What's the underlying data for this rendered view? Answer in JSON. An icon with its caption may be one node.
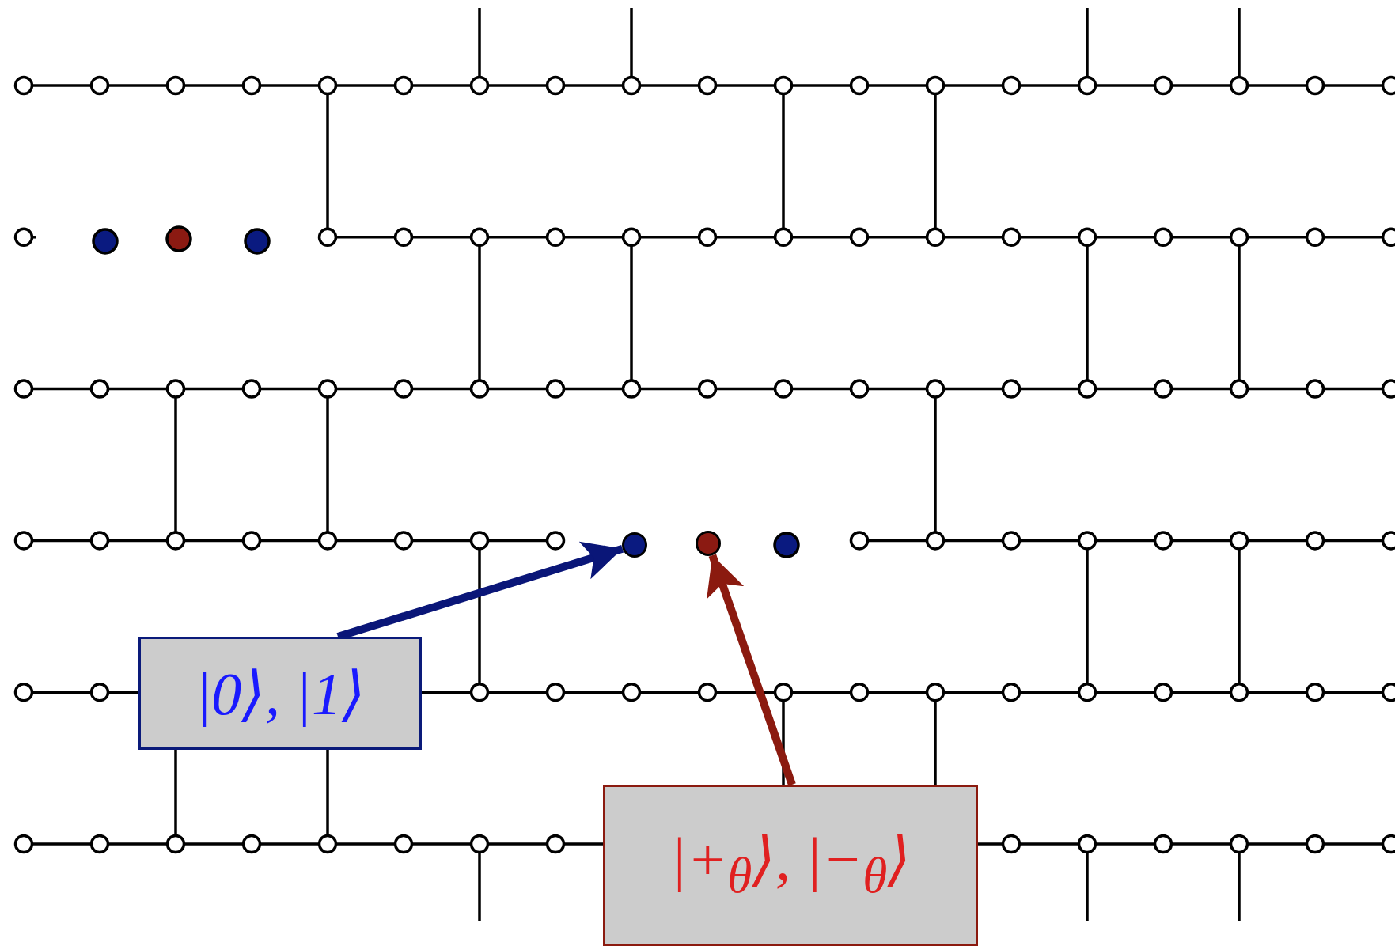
{
  "diagram": {
    "nodes": [
      {
        "text": [
          "|0⟩, |1⟩"
        ]
      },
      {
        "text": [
          "|+$_{θ}$⟩, |−$_{θ}$⟩"
        ]
      },
      {
        "text": [],
        "shape": "circle"
      },
      {
        "text": [],
        "shape": "circle"
      }
    ],
    "edges": [
      {
        "from": 0,
        "to": 2,
        "arrow": "to",
        "color": "#0a1678"
      },
      {
        "from": 1,
        "to": 3,
        "arrow": "to",
        "color": "#8b1a0f"
      }
    ]
  }
}
